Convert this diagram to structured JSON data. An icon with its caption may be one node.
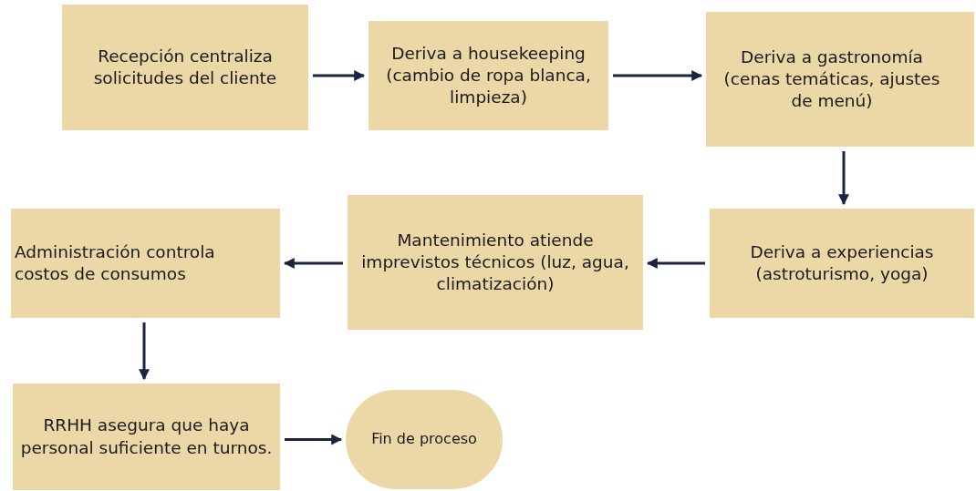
{
  "diagram": {
    "nodes": [
      {
        "text": [
          "Recepción centraliza solicitudes del cliente"
        ]
      },
      {
        "text": [
          "Deriva a housekeeping (cambio de ropa blanca, limpieza)"
        ]
      },
      {
        "text": [
          "Deriva a gastronomía (cenas temáticas, ajustes de menú)"
        ]
      },
      {
        "text": [
          "Deriva a experiencias (astroturismo, yoga)"
        ]
      },
      {
        "text": [
          "Mantenimiento atiende imprevistos técnicos (luz, agua, climatización)"
        ]
      },
      {
        "text": [
          "Administración controla costos de consumos"
        ]
      },
      {
        "text": [
          "RRHH asegura que haya personal suficiente en turnos."
        ]
      },
      {
        "text": [
          "Fin de proceso"
        ]
      }
    ],
    "edges": [
      {
        "from": 0,
        "to": 1,
        "arrow": "to"
      },
      {
        "from": 1,
        "to": 2,
        "arrow": "to"
      },
      {
        "from": 2,
        "to": 3,
        "arrow": "to"
      },
      {
        "from": 3,
        "to": 4,
        "arrow": "to"
      },
      {
        "from": 4,
        "to": 5,
        "arrow": "to"
      },
      {
        "from": 5,
        "to": 6,
        "arrow": "to"
      },
      {
        "from": 6,
        "to": 7,
        "arrow": "to"
      }
    ]
  }
}
